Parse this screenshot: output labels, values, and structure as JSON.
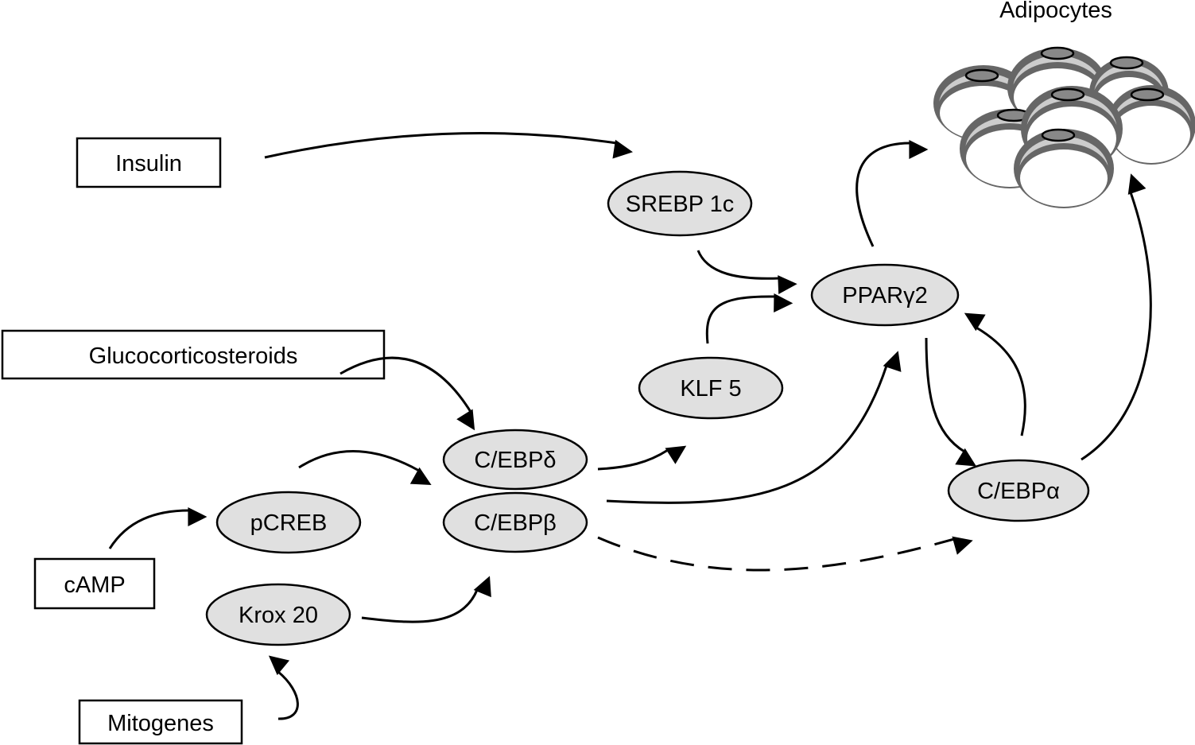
{
  "title": "Adipocytes",
  "stimuli": {
    "insulin": "Insulin",
    "glucocorticosteroids": "Glucocorticosteroids",
    "camp": "cAMP",
    "mitogenes": "Mitogenes"
  },
  "factors": {
    "srebp": "SREBP 1c",
    "ppar": "PPARγ2",
    "klf5": "KLF 5",
    "cebp_delta": "C/EBPδ",
    "cebp_beta": "C/EBPβ",
    "pcreb": "pCREB",
    "krox20": "Krox 20",
    "cebp_alpha": "C/EBPα"
  }
}
